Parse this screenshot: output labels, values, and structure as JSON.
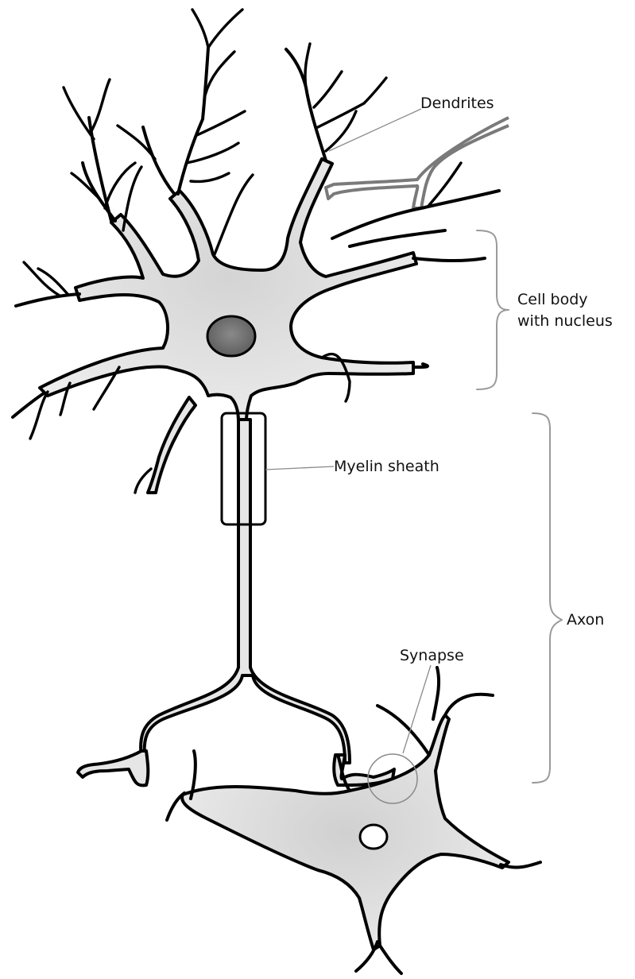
{
  "labels": {
    "dendrites": "Dendrites",
    "cell_body_line1": "Cell body",
    "cell_body_line2": "with nucleus",
    "myelin": "Myelin sheath",
    "axon": "Axon",
    "synapse": "Synapse"
  },
  "colors": {
    "outline": "#000000",
    "cell_fill": "#e6e6e6",
    "nucleus": "#6b6b6b",
    "leader_lines": "#8a8a8a",
    "brace": "#9a9a9a",
    "incoming_axon": "#7a7a7a"
  }
}
